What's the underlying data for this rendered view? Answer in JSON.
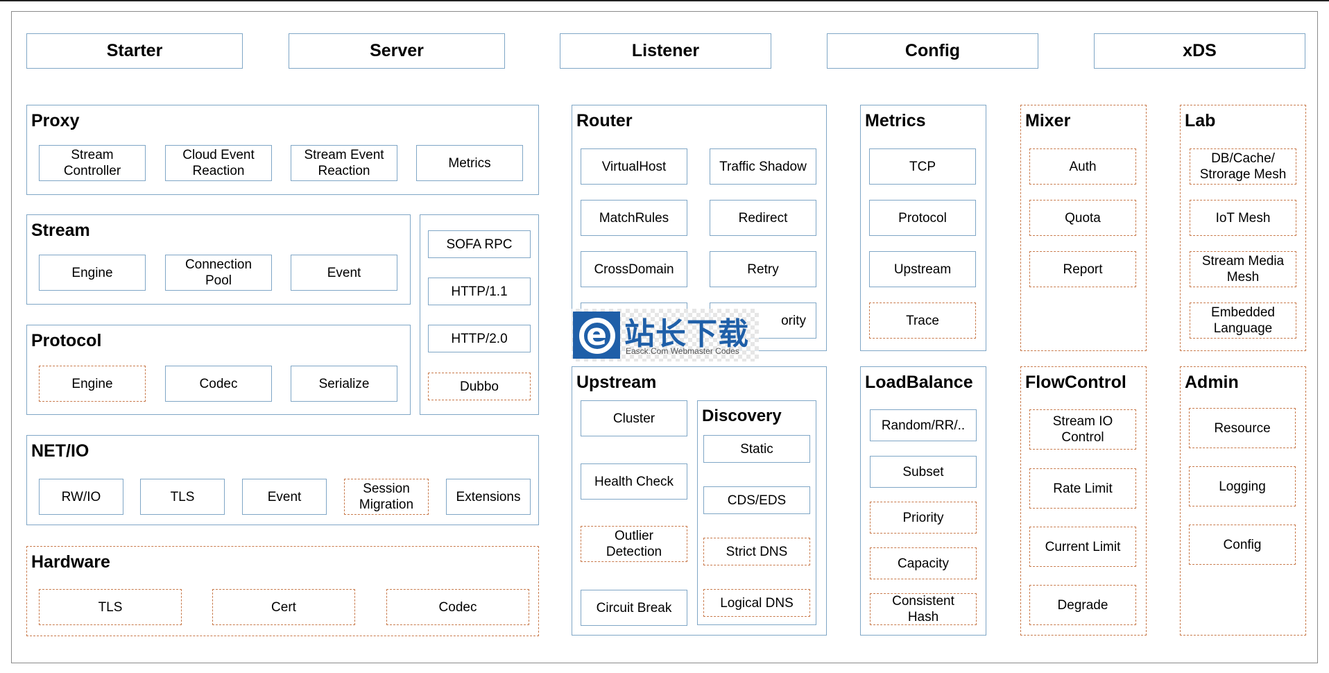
{
  "top_modules": [
    "Starter",
    "Server",
    "Listener",
    "Config",
    "xDS"
  ],
  "proxy": {
    "title": "Proxy",
    "items": [
      "Stream\nController",
      "Cloud Event\nReaction",
      "Stream Event\nReaction",
      "Metrics"
    ]
  },
  "stream": {
    "title": "Stream",
    "items": [
      "Engine",
      "Connection\nPool",
      "Event"
    ]
  },
  "protocols": {
    "items": [
      "SOFA RPC",
      "HTTP/1.1",
      "HTTP/2.0",
      "Dubbo"
    ]
  },
  "protocol": {
    "title": "Protocol",
    "items": [
      "Engine",
      "Codec",
      "Serialize"
    ]
  },
  "netio": {
    "title": "NET/IO",
    "items": [
      "RW/IO",
      "TLS",
      "Event",
      "Session\nMigration",
      "Extensions"
    ]
  },
  "hardware": {
    "title": "Hardware",
    "items": [
      "TLS",
      "Cert",
      "Codec"
    ]
  },
  "router": {
    "title": "Router",
    "items": [
      "VirtualHost",
      "Traffic Shadow",
      "MatchRules",
      "Redirect",
      "CrossDomain",
      "Retry",
      "",
      "ority"
    ]
  },
  "upstream": {
    "title": "Upstream",
    "items": [
      "Cluster",
      "Health Check",
      "Outlier\nDetection",
      "Circuit Break"
    ]
  },
  "discovery": {
    "title": "Discovery",
    "items": [
      "Static",
      "CDS/EDS",
      "Strict DNS",
      "Logical DNS"
    ]
  },
  "metrics": {
    "title": "Metrics",
    "items": [
      "TCP",
      "Protocol",
      "Upstream",
      "Trace"
    ]
  },
  "loadbalance": {
    "title": "LoadBalance",
    "items": [
      "Random/RR/..",
      "Subset",
      "Priority",
      "Capacity",
      "Consistent\nHash"
    ]
  },
  "mixer": {
    "title": "Mixer",
    "items": [
      "Auth",
      "Quota",
      "Report"
    ]
  },
  "flowcontrol": {
    "title": "FlowControl",
    "items": [
      "Stream IO\nControl",
      "Rate Limit",
      "Current Limit",
      "Degrade"
    ]
  },
  "lab": {
    "title": "Lab",
    "items": [
      "DB/Cache/\nStrorage Mesh",
      "IoT Mesh",
      "Stream Media\nMesh",
      "Embedded\nLanguage"
    ]
  },
  "admin": {
    "title": "Admin",
    "items": [
      "Resource",
      "Logging",
      "Config"
    ]
  },
  "watermark": {
    "cn": "站长下载",
    "en": "Easck.Com Webmaster Codes",
    "logo_letter": "e"
  },
  "colors": {
    "solid_border": "#7fa6c6",
    "dashed_border": "#c8794a",
    "watermark_blue": "#1f5fa8"
  }
}
